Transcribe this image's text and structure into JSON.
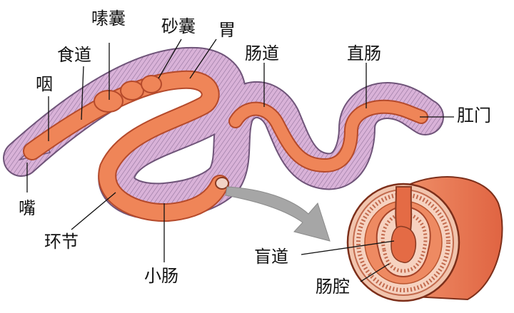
{
  "labels": {
    "mouth": "嘴",
    "pharynx": "咽",
    "esophagus": "食道",
    "crop": "嗉囊",
    "gizzard": "砂囊",
    "stomach": "胃",
    "intestine": "肠道",
    "rectum": "直肠",
    "anus": "肛门",
    "segment": "环节",
    "small_intestine": "小肠",
    "typhlosole": "盲道",
    "intestinal_cavity": "肠腔"
  },
  "colors": {
    "body_fill": "#d9b2d8",
    "body_outline": "#7a5f82",
    "gut_fill": "#ee8358",
    "gut_outline": "#b74c2c",
    "arrow": "#9a9a9a"
  }
}
